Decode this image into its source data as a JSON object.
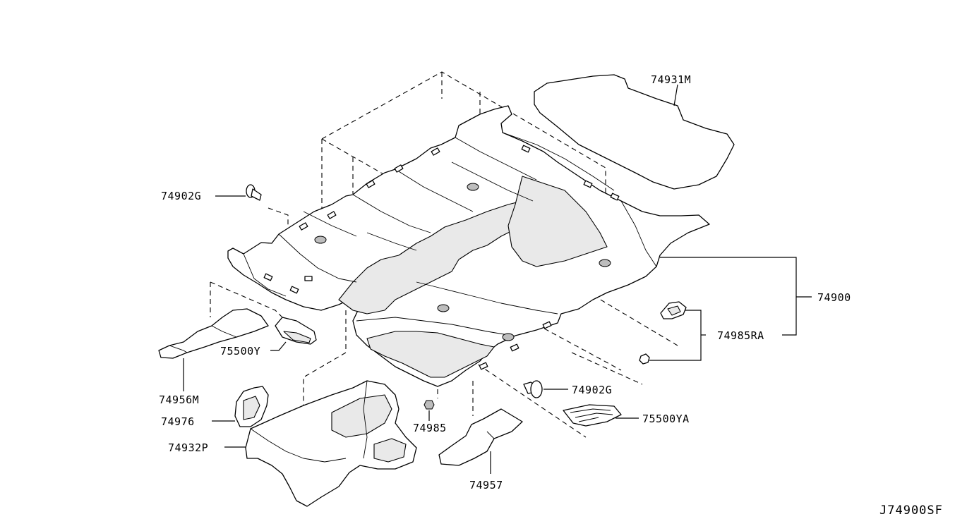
{
  "diagram": {
    "code": "J74900SF",
    "labels": {
      "p74931M": "74931M",
      "p74902G_top": "74902G",
      "p74900": "74900",
      "p74985RA": "74985RA",
      "p75500Y": "75500Y",
      "p74956M": "74956M",
      "p74976": "74976",
      "p74932P": "74932P",
      "p74985": "74985",
      "p74902G_bottom": "74902G",
      "p75500YA": "75500YA",
      "p74957": "74957"
    }
  }
}
